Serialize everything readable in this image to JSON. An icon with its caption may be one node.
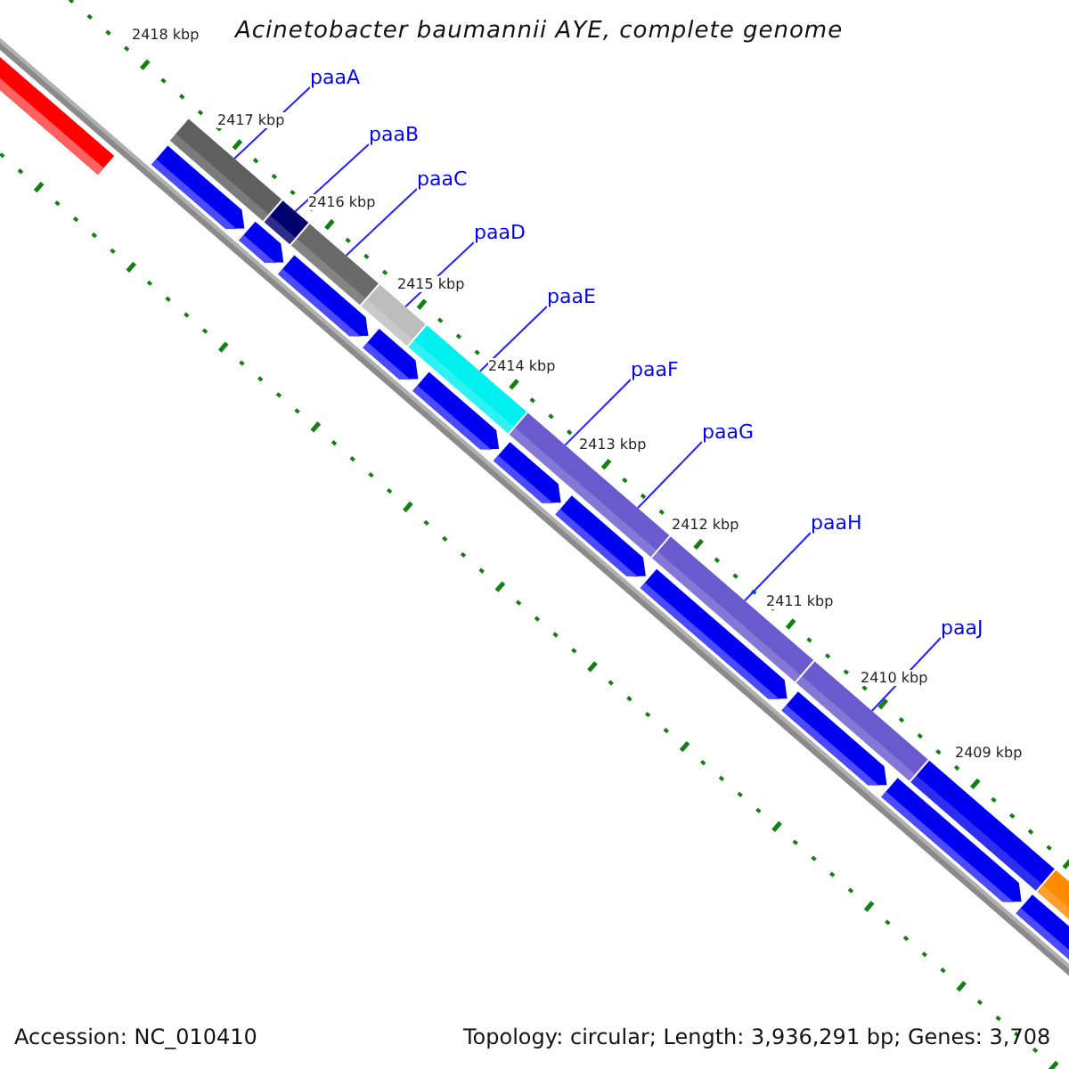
{
  "diagram": {
    "title": "Acinetobacter baumannii AYE, complete genome",
    "nodes": [
      {
        "text": [
          "paaA"
        ]
      },
      {
        "text": [
          "paaB"
        ]
      },
      {
        "text": [
          "paaC"
        ]
      },
      {
        "text": [
          "paaD"
        ]
      },
      {
        "text": [
          "paaE"
        ]
      },
      {
        "text": [
          "paaF"
        ]
      },
      {
        "text": [
          "paaG"
        ]
      },
      {
        "text": [
          "paaH"
        ]
      },
      {
        "text": [
          "paaJ"
        ]
      },
      {
        "text": [],
        "shape": "bar"
      },
      {
        "text": [],
        "shape": "bar"
      },
      {
        "text": [],
        "shape": "bar"
      },
      {
        "text": [],
        "shape": "bar"
      },
      {
        "text": [],
        "shape": "bar"
      },
      {
        "text": [],
        "shape": "bar"
      },
      {
        "text": [],
        "shape": "bar"
      },
      {
        "text": [],
        "shape": "bar"
      }
    ],
    "edges": [
      {
        "from": 0,
        "to": 9,
        "arrow": "none"
      },
      {
        "from": 1,
        "to": 10,
        "arrow": "none"
      },
      {
        "from": 2,
        "to": 11,
        "arrow": "none"
      },
      {
        "from": 3,
        "to": 12,
        "arrow": "none"
      },
      {
        "from": 4,
        "to": 13,
        "arrow": "none"
      },
      {
        "from": 5,
        "to": 14,
        "arrow": "none"
      },
      {
        "from": 6,
        "to": 14,
        "arrow": "none"
      },
      {
        "from": 7,
        "to": 15,
        "arrow": "none"
      },
      {
        "from": 8,
        "to": 16,
        "arrow": "none"
      }
    ],
    "labels": [
      "2418 kbp",
      "2417 kbp",
      "2416 kbp",
      "2415 kbp",
      "2414 kbp",
      "2413 kbp",
      "2412 kbp",
      "2411 kbp",
      "2410 kbp",
      "2409 kbp",
      "Accession: NC_010410",
      "Topology: circular; Length: 3,936,291 bp; Genes: 3,708"
    ]
  }
}
